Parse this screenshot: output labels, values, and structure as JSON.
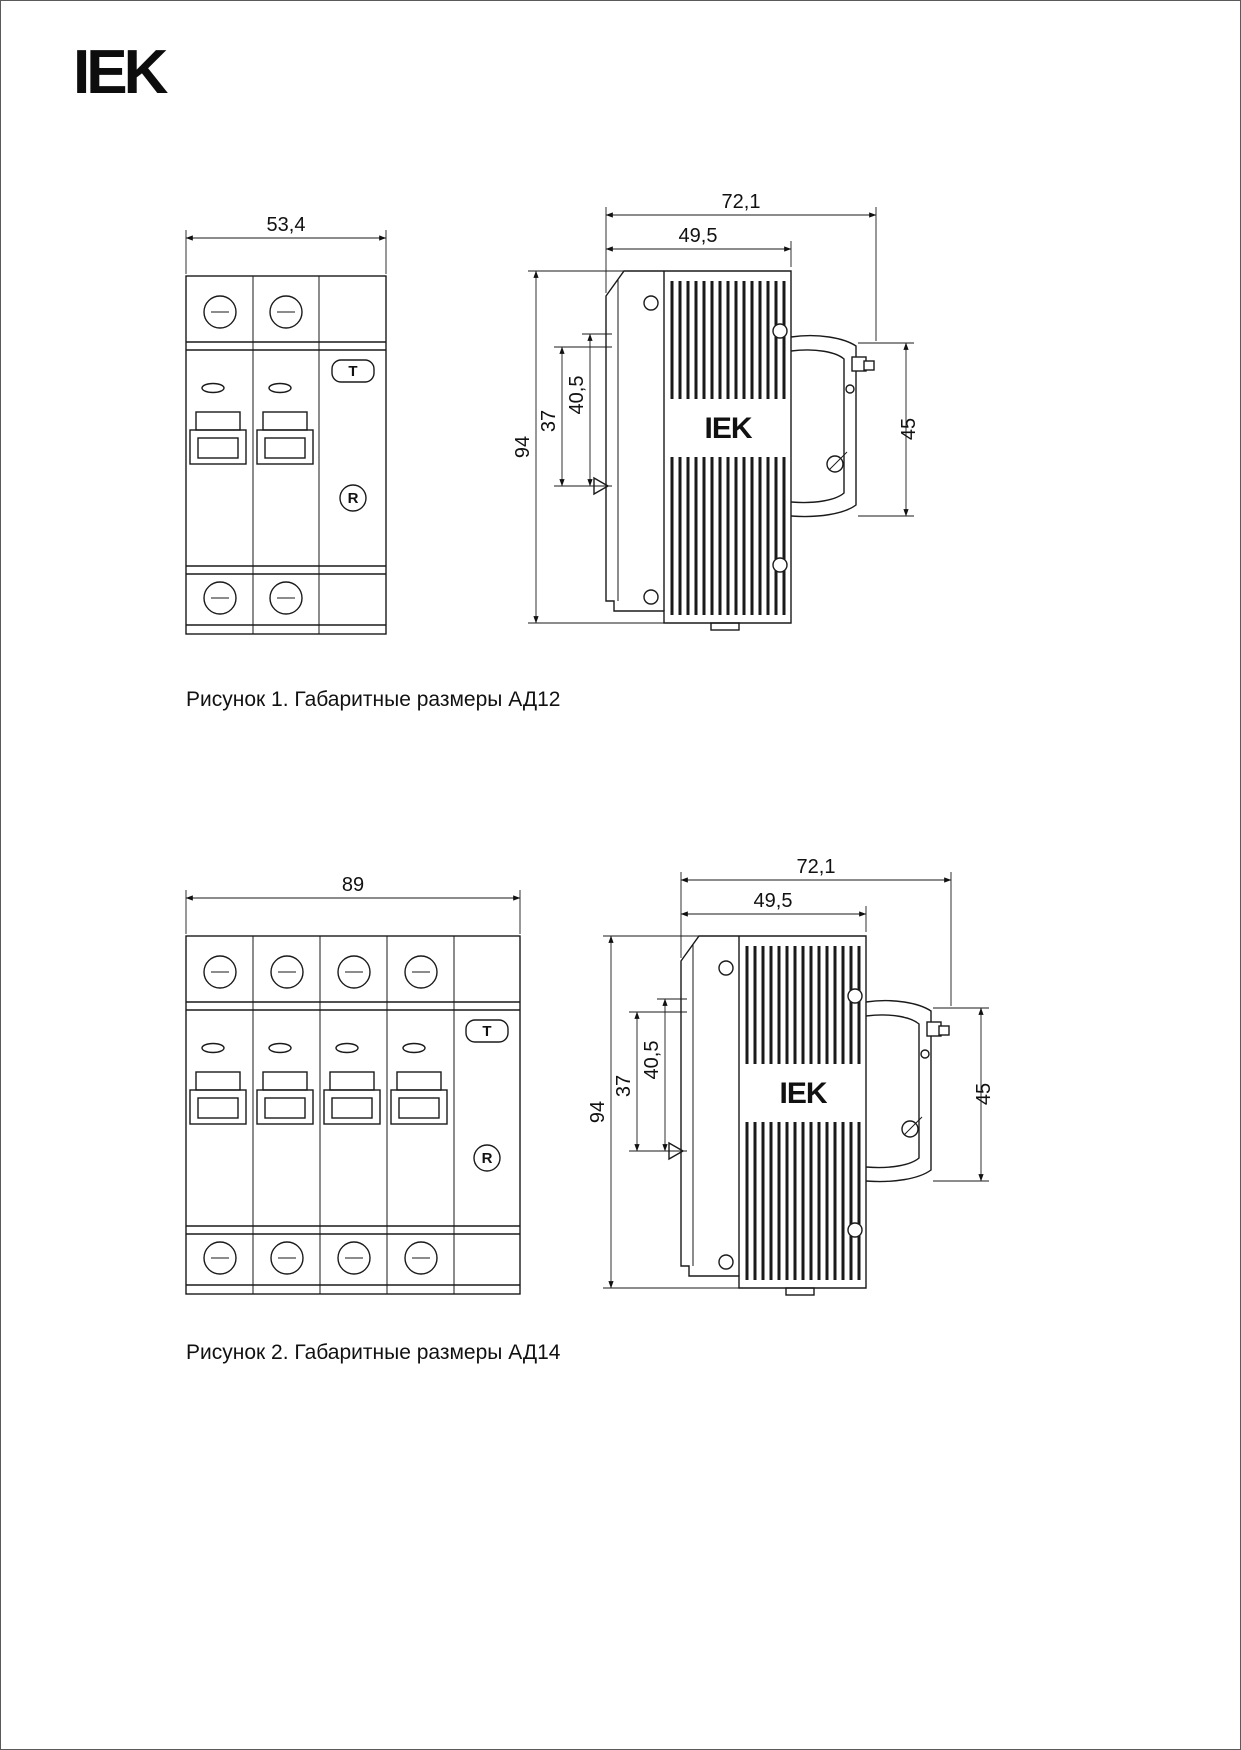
{
  "page": {
    "logo_text": "IEK",
    "background_color": "#ffffff",
    "line_color": "#1a1a1a"
  },
  "figure1": {
    "caption": "Рисунок 1. Габаритные размеры АД12",
    "front_view": {
      "width": "53,4",
      "test_button": "T",
      "reset_button": "R"
    },
    "side_view": {
      "device_label": "IEK",
      "overall_depth": "72,1",
      "body_depth": "49,5",
      "height": "94",
      "dim_top_offset": "40,5",
      "dim_rail_offset": "37",
      "front_height": "45"
    }
  },
  "figure2": {
    "caption": "Рисунок 2. Габаритные размеры АД14",
    "front_view": {
      "width": "89",
      "test_button": "T",
      "reset_button": "R"
    },
    "side_view": {
      "device_label": "IEK",
      "overall_depth": "72,1",
      "body_depth": "49,5",
      "height": "94",
      "dim_top_offset": "40,5",
      "dim_rail_offset": "37",
      "front_height": "45"
    }
  }
}
